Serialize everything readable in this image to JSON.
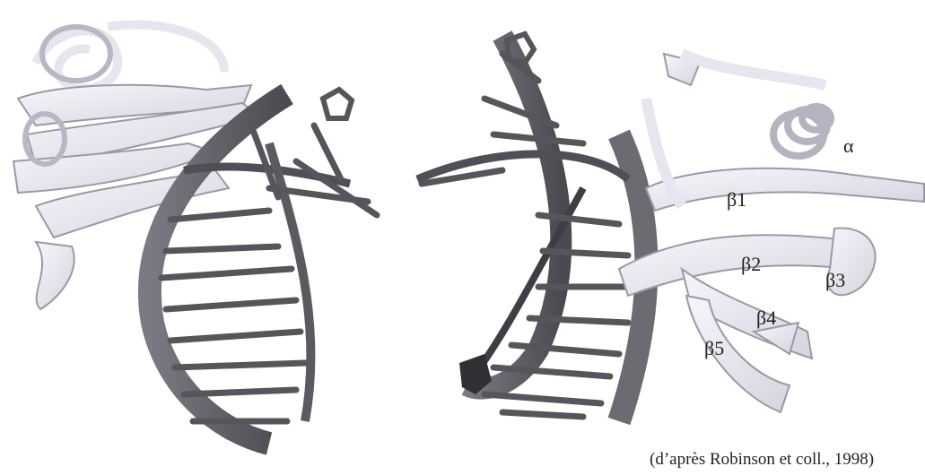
{
  "figure": {
    "labels": {
      "alpha": "α",
      "beta1": "β1",
      "beta2": "β2",
      "beta3": "β3",
      "beta4": "β4",
      "beta5": "β5"
    },
    "credit": "(d’après Robinson et coll., 1998)",
    "colors": {
      "protein": "#e9e9f1",
      "protein_edge": "#9a9aa6",
      "dna_backbone": "#6b6b72",
      "dna_bases": "#55555c"
    }
  }
}
